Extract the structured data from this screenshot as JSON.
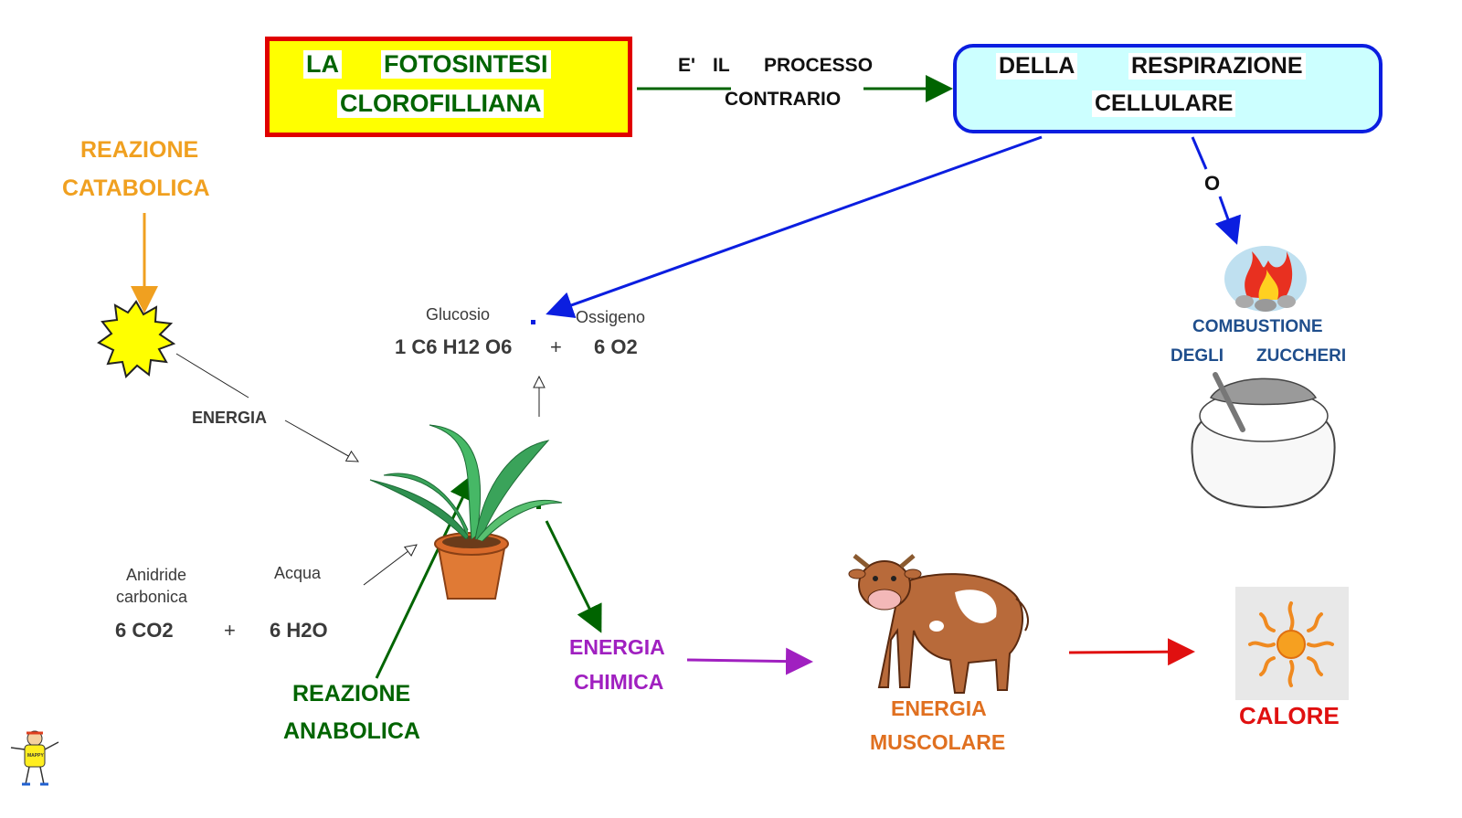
{
  "title_box": {
    "word1": "LA",
    "word2": "FOTOSINTESI",
    "line2": "CLOROFILLIANA"
  },
  "link_label": {
    "line1a": "E'",
    "line1b": "IL",
    "line1c": "PROCESSO",
    "line2": "CONTRARIO"
  },
  "resp_box": {
    "word1": "DELLA",
    "word2": "RESPIRAZIONE",
    "line2": "CELLULARE"
  },
  "or_label": "O",
  "combustion": {
    "line1": "COMBUSTIONE",
    "line2a": "DEGLI",
    "line2b": "ZUCCHERI"
  },
  "catabolic": {
    "line1": "REAZIONE",
    "line2": "CATABOLICA"
  },
  "anabolic": {
    "line1": "REAZIONE",
    "line2": "ANABOLICA"
  },
  "products": {
    "glucose_label": "Glucosio",
    "oxygen_label": "Ossigeno",
    "glucose_formula": "1 C6 H12 O6",
    "plus": "+",
    "oxygen_formula": "6 O2"
  },
  "energy_label": "ENERGIA",
  "reactants": {
    "co2_label_1": "Anidride",
    "co2_label_2": "carbonica",
    "water_label": "Acqua",
    "co2_formula": "6 CO2",
    "plus": "+",
    "water_formula": "6 H2O"
  },
  "chemical_energy": {
    "line1": "ENERGIA",
    "line2": "CHIMICA"
  },
  "muscle_energy": {
    "line1": "ENERGIA",
    "line2": "MUSCOLARE"
  },
  "heat_label": "CALORE",
  "mascot_text": "MAPPY",
  "colors": {
    "green": "#006400",
    "blue": "#0b1ee0",
    "orange": "#f0a020",
    "purple": "#a020c0",
    "red": "#e01010",
    "yellow": "#ffff00"
  }
}
